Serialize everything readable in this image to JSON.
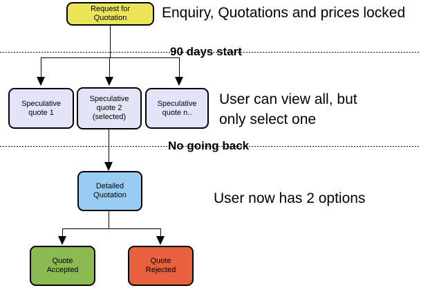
{
  "diagram": {
    "title_context": "Quotation process flowchart",
    "colors": {
      "request_fill": "#e9e556",
      "speculative_fill": "#e4e4f8",
      "detailed_fill": "#99ccf2",
      "accepted_fill": "#8cba52",
      "rejected_fill": "#e8603c",
      "line": "#000000",
      "background": "#ffffff"
    },
    "nodes": {
      "request_for_quotation": {
        "label": "Request for\nQuotation",
        "fill": "#e9e556"
      },
      "speculative_quote_1": {
        "label": "Speculative\nquote 1",
        "fill": "#e4e4f8"
      },
      "speculative_quote_2": {
        "label": "Speculative\nquote 2\n(selected)",
        "fill": "#e4e4f8"
      },
      "speculative_quote_n": {
        "label": "Speculative\nquote n..",
        "fill": "#e4e4f8"
      },
      "detailed_quotation": {
        "label": "Detailed\nQuotation",
        "fill": "#99ccf2"
      },
      "quote_accepted": {
        "label": "Quote\nAccepted",
        "fill": "#8cba52"
      },
      "quote_rejected": {
        "label": "Quote\nRejected",
        "fill": "#e8603c"
      }
    },
    "separators": {
      "first": {
        "label": "90 days start"
      },
      "second": {
        "label": "No going back"
      }
    },
    "annotations": {
      "top": "Enquiry, Quotations and prices locked",
      "middle": "User can view all, but\nonly select one",
      "bottom": "User now has 2 options"
    }
  }
}
